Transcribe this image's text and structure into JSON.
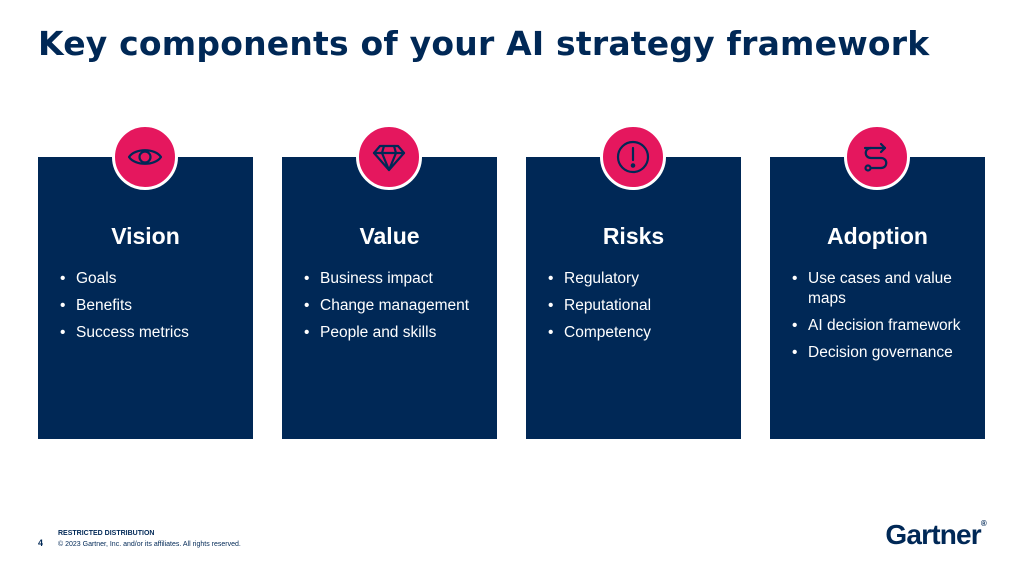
{
  "slide": {
    "title": "Key components of your AI strategy framework",
    "page_number": "4"
  },
  "cards": [
    {
      "icon": "eye-icon",
      "title": "Vision",
      "bullets": [
        "Goals",
        "Benefits",
        "Success metrics"
      ]
    },
    {
      "icon": "diamond-icon",
      "title": "Value",
      "bullets": [
        "Business impact",
        "Change management",
        "People and skills"
      ]
    },
    {
      "icon": "alert-icon",
      "title": "Risks",
      "bullets": [
        "Regulatory",
        "Reputational",
        "Competency"
      ]
    },
    {
      "icon": "route-icon",
      "title": "Adoption",
      "bullets": [
        "Use cases and value maps",
        "AI decision framework",
        "Decision governance"
      ]
    }
  ],
  "footer": {
    "distribution": "RESTRICTED DISTRIBUTION",
    "copyright": "© 2023 Gartner, Inc. and/or its affiliates. All rights reserved.",
    "logo_text": "Gartner",
    "logo_mark": "®"
  },
  "colors": {
    "navy": "#002856",
    "accent": "#e5175e"
  }
}
